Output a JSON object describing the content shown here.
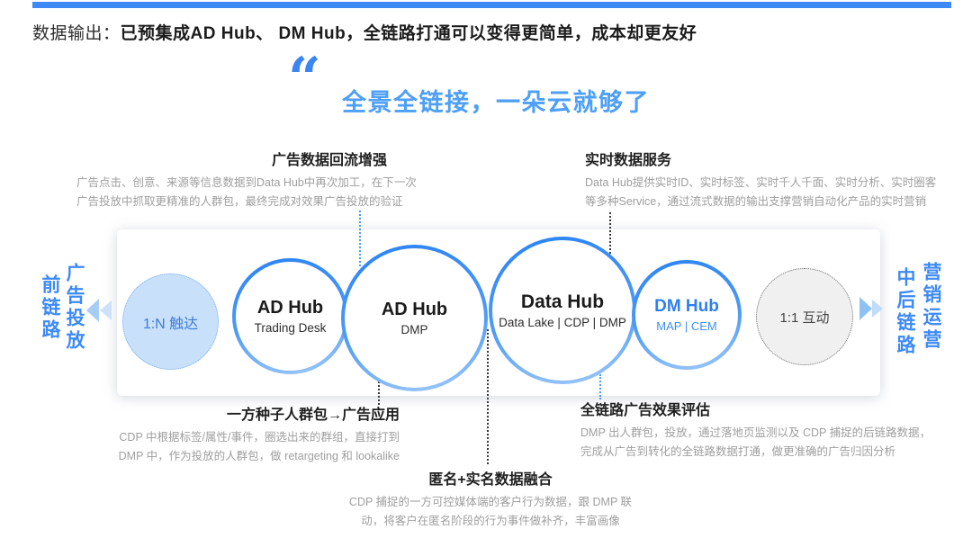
{
  "slide": {
    "title_prefix": "数据输出：",
    "title_emphasis": "已预集成AD Hub、 DM Hub，全链路打通可以变得更简单，成本却更友好",
    "quote_mark": "“",
    "quote": "全景全链接，一朵云就够了"
  },
  "annotations": {
    "ad_backflow": {
      "title": "广告数据回流增强",
      "line1": "广告点击、创意、来源等信息数据到Data Hub中再次加工，在下一次",
      "line2": "广告投放中抓取更精准的人群包，最终完成对效果广告投放的验证"
    },
    "realtime": {
      "title": "实时数据服务",
      "line1": "Data Hub提供实时ID、实时标签、实时千人千面、实时分析、实时圈客",
      "line2": "等多种Service，通过流式数据的输出支撑营销自动化产品的实时营销"
    },
    "seed_audience": {
      "title": "一方种子人群包→广告应用",
      "line1": "CDP 中根据标签/属性/事件，圈选出来的群组，直接打到",
      "line2": "DMP 中，作为投放的人群包，做 retargeting 和 lookalike"
    },
    "data_fusion": {
      "title": "匿名+实名数据融合",
      "line1": "CDP 捕捉的一方可控媒体端的客户行为数据，跟 DMP 联",
      "line2": "动，将客户在匿名阶段的行为事件做补齐，丰富画像"
    },
    "attribution": {
      "title": "全链路广告效果评估",
      "line1": "DMP 出人群包，投放，通过落地页监测以及 CDP 捕捉的后链路数据，",
      "line2": "完成从广告到转化的全链路数据打通，做更准确的广告归因分析"
    }
  },
  "flow": {
    "left_outer_label": "前链路",
    "left_inner_label": "广告投放",
    "right_inner_label": "中后链路",
    "right_outer_label": "营销运营",
    "nodes": [
      {
        "title": "1:N 触达"
      },
      {
        "title": "AD Hub",
        "subtitle": "Trading Desk"
      },
      {
        "title": "AD Hub",
        "subtitle": "DMP"
      },
      {
        "title": "Data Hub",
        "subtitle": "Data Lake | CDP | DMP"
      },
      {
        "title": "DM Hub",
        "subtitle": "MAP | CEM"
      },
      {
        "title": "1:1 互动"
      }
    ]
  },
  "colors": {
    "accent_blue": "#3d8af7",
    "quote_blue": "#4d9ff7",
    "light_blue_fill": "#c8e0fa",
    "gray_fill": "#f0f0f1",
    "body_gray": "#9e9e9e"
  }
}
